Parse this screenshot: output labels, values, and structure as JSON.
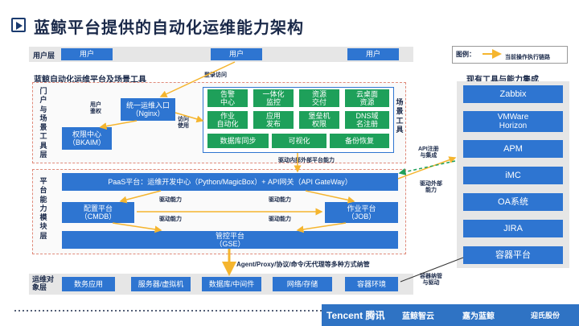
{
  "title": "蓝鲸平台提供的自动化运维能力架构",
  "user_layer": {
    "label": "用户层",
    "users": [
      "用户",
      "用户",
      "用户"
    ]
  },
  "legend": {
    "label": "图例：",
    "text": "当前操作执行链路"
  },
  "section_title": "蓝鲸自动化运维平台及场景工具",
  "login_access": "登录访问",
  "portal_layer_label": "门户与场景工具层",
  "user_auth": "用户\n鉴权",
  "access_use": "访问\n使用",
  "nginx": "统一运维入口\n（Nginx）",
  "bkaim": "权限中心\n（BKAIM）",
  "scene_tools": [
    "告警\n中心",
    "一体化\n监控",
    "资源\n交付",
    "云桌面\n资源",
    "作业\n自动化",
    "应用\n发布",
    "堡垒机\n权限",
    "DNS域\n名注册"
  ],
  "scene_tools_bottom": [
    "数据库同步",
    "可视化",
    "备份恢复"
  ],
  "scene_tools_label": "场景工具",
  "drive_internal": "驱动内部外部平台能力",
  "platform_layer_label": "平台能力模块层",
  "paas": "PaaS平台：运维开发中心（Python/MagicBox）+ API网关（API GateWay）",
  "drive_ability": "驱动能力",
  "cmdb": "配置平台\n（CMDB）",
  "job": "作业平台\n（JOB）",
  "gse": "管控平台\n（GSE）",
  "api_register": "API注册\n与集成",
  "drive_external": "驱动外部\n能力",
  "agent_text": "Agent/Proxy/协议/命令/无代理等多种方式纳管",
  "ops_object_label": "运维对象层",
  "ops_objects": [
    "数务应用",
    "服务器/虚拟机",
    "数据库/中间件",
    "网络/存储",
    "容器环境"
  ],
  "container_manage": "容器纳管\n与驱动",
  "existing_tools_title": "现有工具与能力集成",
  "existing_tools": [
    "Zabbix",
    "VMWare\nHorizon",
    "APM",
    "iMC",
    "OA系统",
    "JIRA",
    "容器平台"
  ],
  "footer": {
    "brand1": "Tencent 腾讯",
    "brand2": "蓝鲸智云",
    "brand3": "嘉为蓝鲸",
    "brand4": "迎氏股份"
  },
  "colors": {
    "blue": "#2e75d1",
    "green": "#1ea05a",
    "orange": "#f5b52e",
    "footer": "#2f73c4"
  }
}
